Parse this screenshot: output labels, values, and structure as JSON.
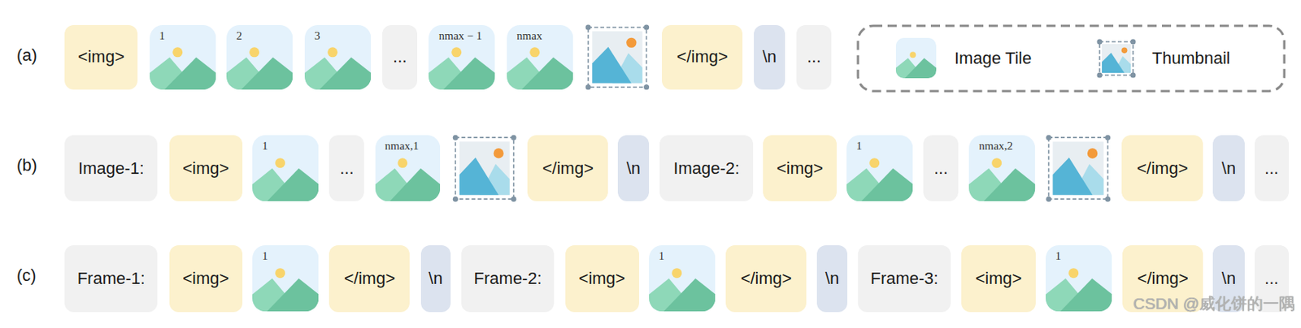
{
  "diagram": {
    "nodes": [
      {
        "text": [
          "<img>"
        ]
      },
      {
        "text": [
          "1"
        ]
      },
      {
        "text": [
          "2"
        ]
      },
      {
        "text": [
          "3"
        ]
      },
      {
        "text": [
          "..."
        ]
      },
      {
        "text": [
          "nmax − 1"
        ]
      },
      {
        "text": [
          "nmax"
        ]
      },
      {
        "text": [
          "</img>"
        ]
      },
      {
        "text": [
          "\\n"
        ]
      },
      {
        "text": [
          "..."
        ]
      },
      {
        "text": [
          "Image-1:"
        ]
      },
      {
        "text": [
          "<img>"
        ]
      },
      {
        "text": [
          "1"
        ]
      },
      {
        "text": [
          "..."
        ]
      },
      {
        "text": [
          "nmax,1"
        ]
      },
      {
        "text": [
          "</img>"
        ]
      },
      {
        "text": [
          "\\n"
        ]
      },
      {
        "text": [
          "Image-2:"
        ]
      },
      {
        "text": [
          "<img>"
        ]
      },
      {
        "text": [
          "1"
        ]
      },
      {
        "text": [
          "..."
        ]
      },
      {
        "text": [
          "nmax,2"
        ]
      },
      {
        "text": [
          "</img>"
        ]
      },
      {
        "text": [
          "\\n"
        ]
      },
      {
        "text": [
          "..."
        ]
      },
      {
        "text": [
          "Frame-1:"
        ]
      },
      {
        "text": [
          "<img>"
        ]
      },
      {
        "text": [
          "1"
        ]
      },
      {
        "text": [
          "</img>"
        ]
      },
      {
        "text": [
          "\\n"
        ]
      },
      {
        "text": [
          "Frame-2:"
        ]
      },
      {
        "text": [
          "<img>"
        ]
      },
      {
        "text": [
          "1"
        ]
      },
      {
        "text": [
          "</img>"
        ]
      },
      {
        "text": [
          "\\n"
        ]
      },
      {
        "text": [
          "Frame-3:"
        ]
      },
      {
        "text": [
          "<img>"
        ]
      },
      {
        "text": [
          "1"
        ]
      },
      {
        "text": [
          "</img>"
        ]
      },
      {
        "text": [
          "\\n"
        ]
      },
      {
        "text": [
          "..."
        ]
      }
    ],
    "labels": [
      "(a)",
      "(b)",
      "(c)",
      "CSDN @威化饼的一隅"
    ],
    "legend": [
      {
        "text": "Image Tile"
      },
      {
        "text": "Thumbnail"
      }
    ]
  }
}
